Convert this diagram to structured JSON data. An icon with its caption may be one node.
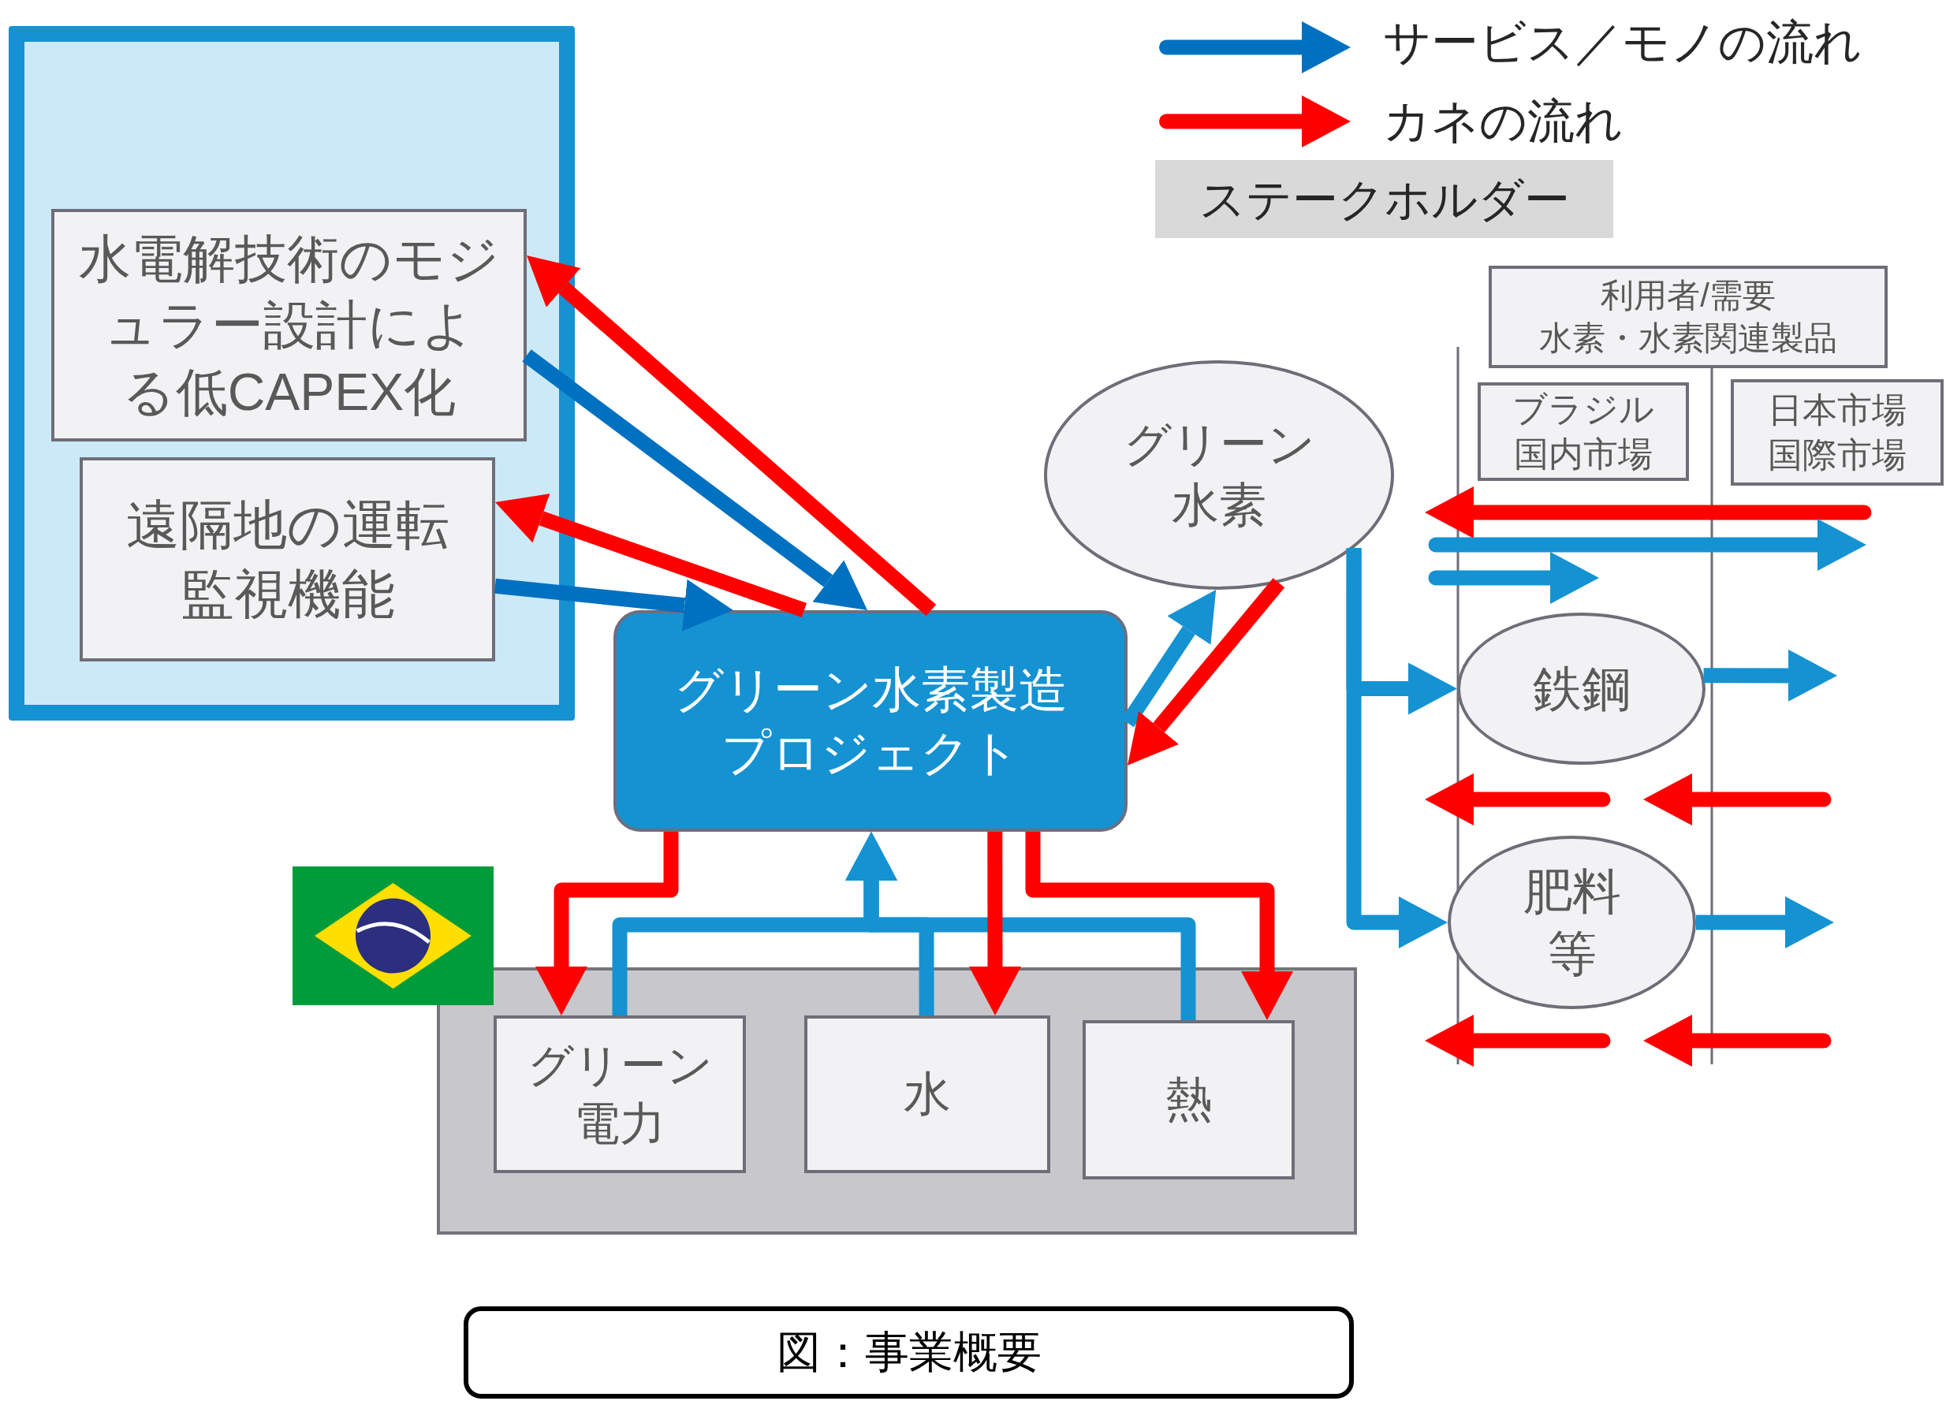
{
  "diagram": {
    "caption": "図：事業概要",
    "nodes": [
      {
        "text": [],
        "shape": "box"
      },
      {
        "text": [
          "水電解技術のモジュラー設計による低CAPEX化"
        ],
        "in": 0
      },
      {
        "text": [
          "遠隔地の運転監視機能"
        ],
        "in": 0
      },
      {
        "text": [
          "利用者/需要",
          "水素・水素関連製品"
        ]
      },
      {
        "text": [
          "ブラジル国内市場"
        ]
      },
      {
        "text": [
          "日本市場",
          "国際市場"
        ]
      },
      {
        "text": [
          "グリーン水素"
        ]
      },
      {
        "text": [
          "グリーン水素製造プロジェクト"
        ]
      },
      {
        "text": [
          "鉄鋼"
        ]
      },
      {
        "text": [
          "肥料等"
        ]
      },
      {
        "text": [],
        "shape": "box"
      },
      {
        "text": [
          "グリーン電力"
        ],
        "in": 10
      },
      {
        "text": [
          "水"
        ],
        "in": 10
      },
      {
        "text": [
          "熱"
        ],
        "in": 10
      }
    ],
    "edges": [
      {
        "from": 1,
        "to": 7,
        "arrow": "to",
        "color": "#0070c0"
      },
      {
        "from": 2,
        "to": 7,
        "arrow": "to",
        "color": "#0070c0"
      },
      {
        "from": 7,
        "to": 1,
        "arrow": "to",
        "color": "#ff0000"
      },
      {
        "from": 7,
        "to": 2,
        "arrow": "to",
        "color": "#ff0000"
      },
      {
        "from": 7,
        "to": 6,
        "arrow": "to"
      },
      {
        "from": 6,
        "to": 7,
        "arrow": "to",
        "color": "#ff0000"
      },
      {
        "from": 7,
        "to": 11,
        "arrow": "to",
        "color": "#ff0000"
      },
      {
        "from": 11,
        "to": 7,
        "arrow": "to"
      },
      {
        "from": 12,
        "to": 7,
        "arrow": "to"
      },
      {
        "from": 13,
        "to": 7,
        "arrow": "to"
      },
      {
        "from": 7,
        "to": 12,
        "arrow": "to",
        "color": "#ff0000"
      },
      {
        "from": 7,
        "to": 13,
        "arrow": "to",
        "color": "#ff0000"
      },
      {
        "from": 6,
        "to": 8,
        "arrow": "to"
      },
      {
        "from": 6,
        "to": 9,
        "arrow": "to"
      },
      {
        "from": 8,
        "to": null,
        "arrow": "to"
      },
      {
        "from": 9,
        "to": null,
        "arrow": "to"
      }
    ],
    "legend": [
      {
        "text": "サービス／モノの流れ"
      },
      {
        "text": "カネの流れ"
      },
      {
        "text": "ステークホルダー",
        "color": "#d9d9d9"
      }
    ]
  }
}
